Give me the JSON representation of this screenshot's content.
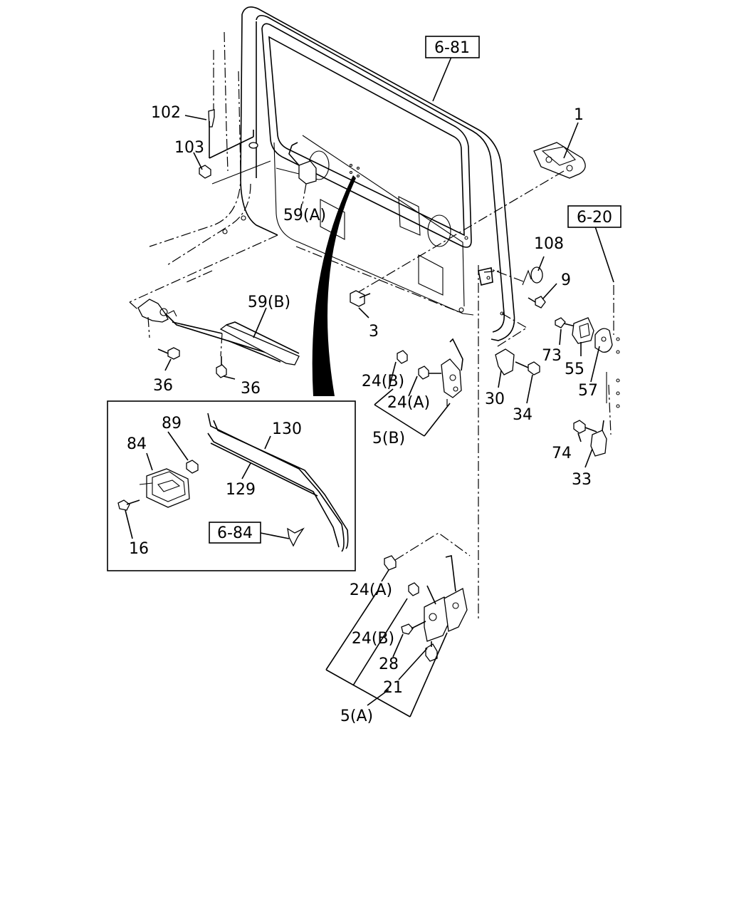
{
  "callouts": {
    "p1": "1",
    "p3": "3",
    "p9": "9",
    "p16": "16",
    "p21": "21",
    "p24a_upper": "24(A)",
    "p24b_upper": "24(B)",
    "p24a_lower": "24(A)",
    "p24b_lower": "24(B)",
    "p28": "28",
    "p30": "30",
    "p33": "33",
    "p34": "34",
    "p36a": "36",
    "p36b": "36",
    "p55": "55",
    "p57": "57",
    "p59a": "59(A)",
    "p59b": "59(B)",
    "p73": "73",
    "p74": "74",
    "p84": "84",
    "p89": "89",
    "p102": "102",
    "p103": "103",
    "p108": "108",
    "p129": "129",
    "p130": "130",
    "p5a": "5(A)",
    "p5b": "5(B)"
  },
  "refs": {
    "r681": "6-81",
    "r620": "6-20",
    "r684": "6-84"
  }
}
